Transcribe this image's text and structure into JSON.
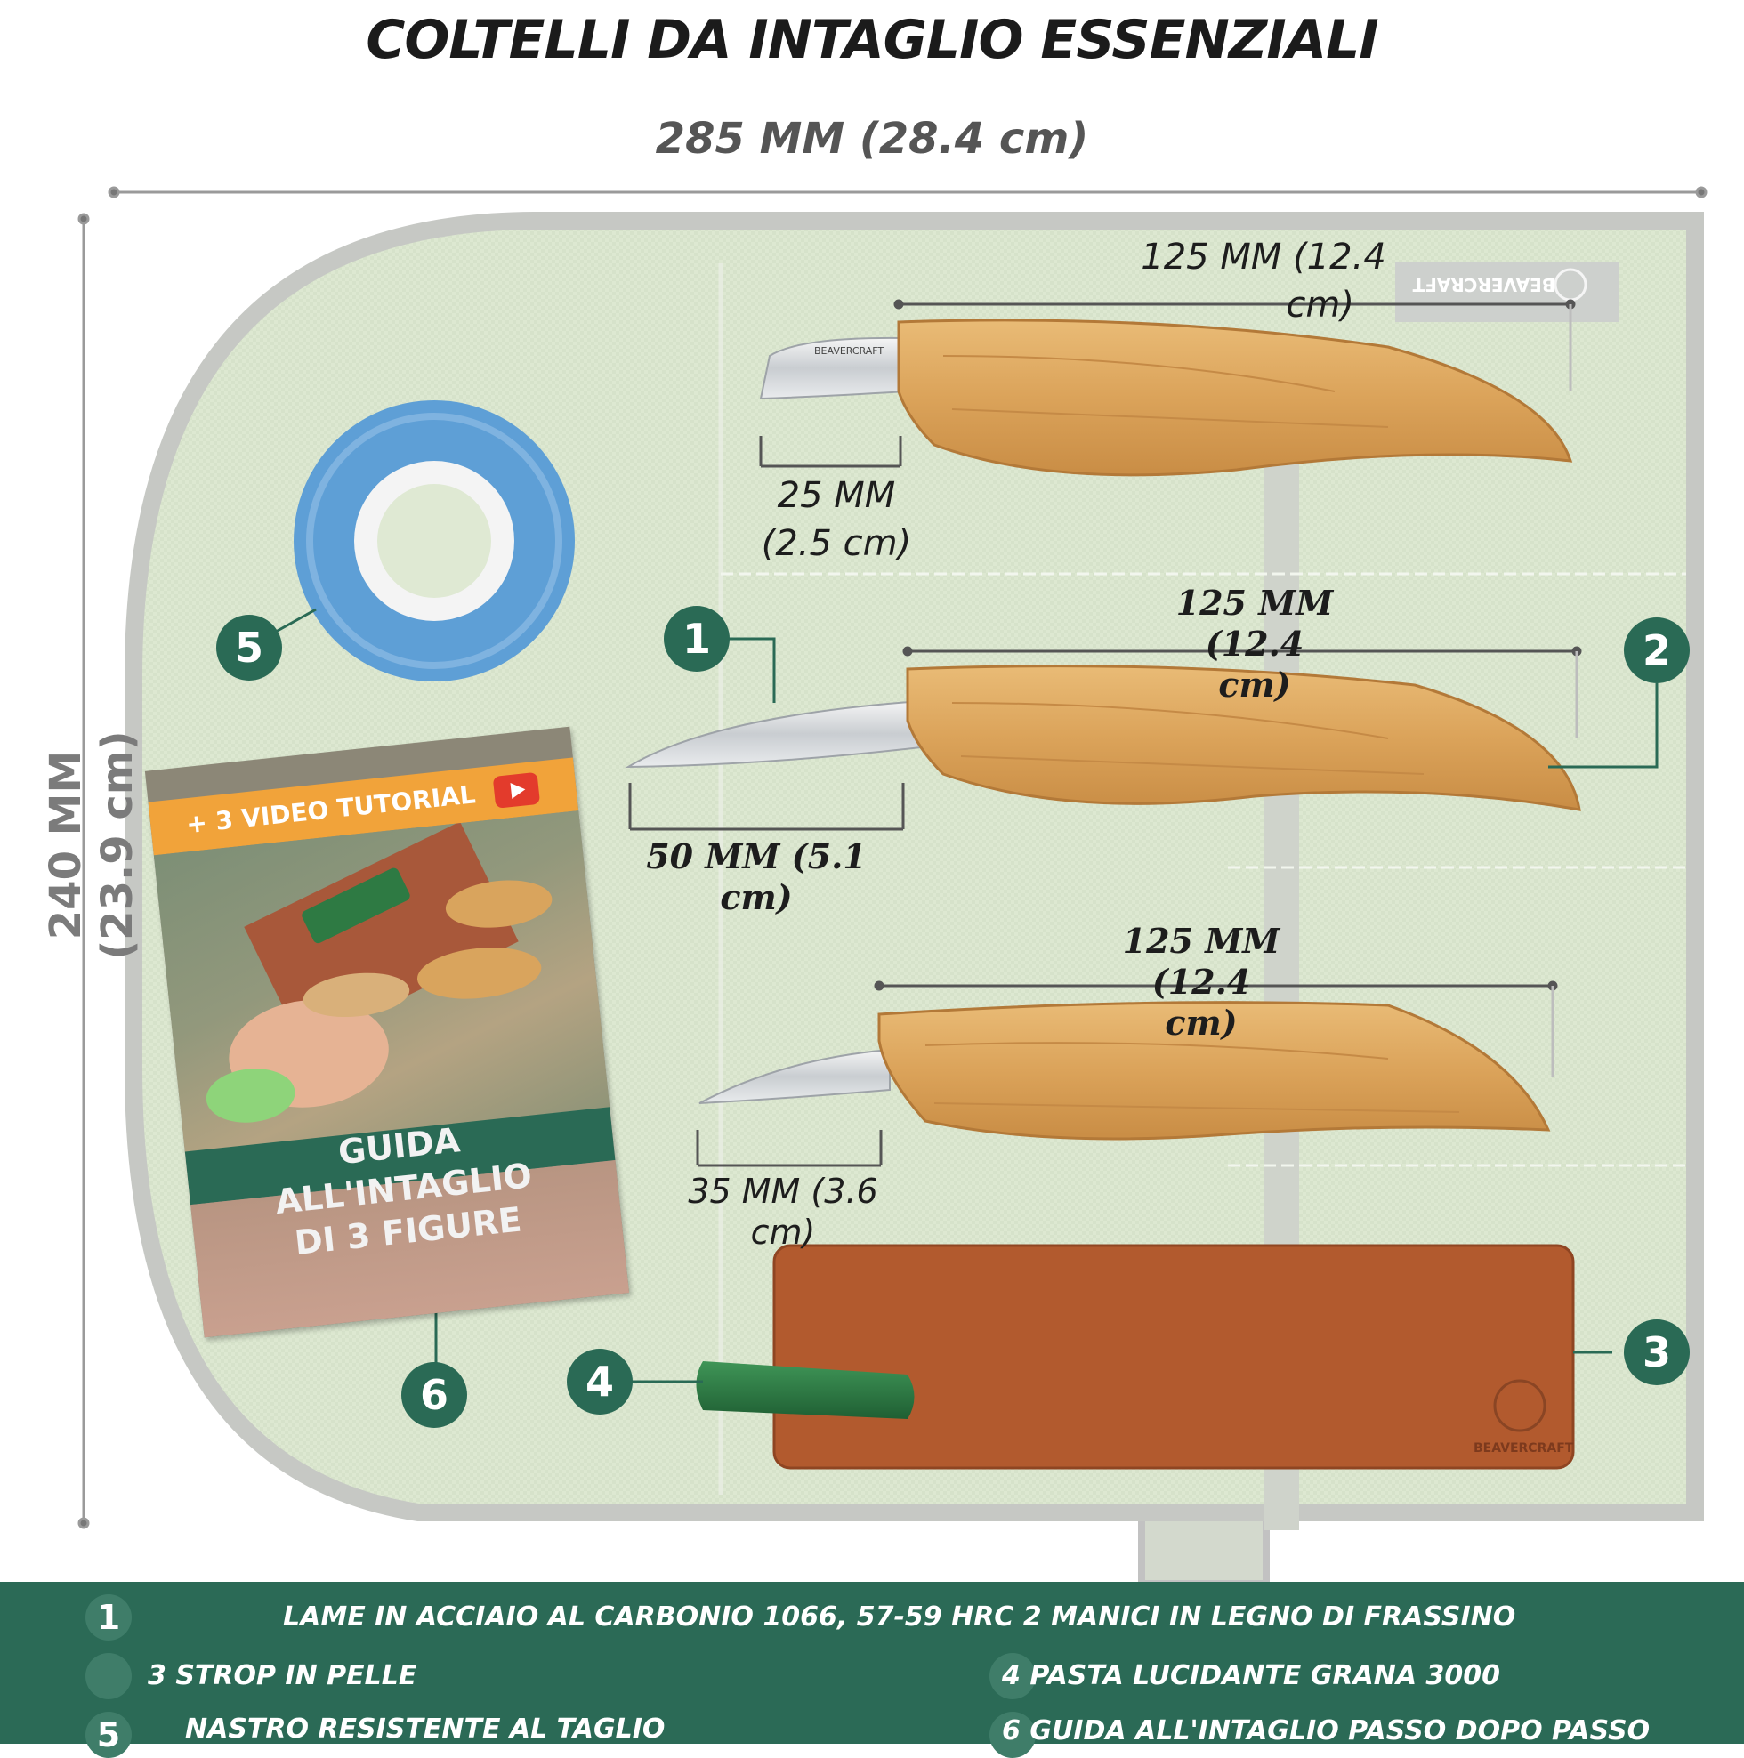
{
  "header": {
    "title": "COLTELLI DA INTAGLIO ESSENZIALI",
    "width_dimension": "285 MM (28.4 cm)",
    "height_dimension_line1": "240 MM",
    "height_dimension_line2": "(23.9 cm)"
  },
  "brand": {
    "label_tag": "BEAVERCRAFT",
    "blade_mark": "BEAVERCRAFT",
    "strop_mark": "BEAVERCRAFT"
  },
  "knives": [
    {
      "handle_line1": "125 MM (12.4",
      "handle_line2": "cm)",
      "blade_line1": "25 MM",
      "blade_line2": "(2.5 cm)"
    },
    {
      "handle_line1": "125 MM (12.4",
      "handle_line2": "cm)",
      "blade_line1": "50 MM (5.1",
      "blade_line2": "cm)"
    },
    {
      "handle_line1": "125 MM (12.4",
      "handle_line2": "cm)",
      "blade_line1": "35 MM (3.6",
      "blade_line2": "cm)"
    }
  ],
  "callouts": [
    "1",
    "2",
    "3",
    "4",
    "5",
    "6"
  ],
  "booklet": {
    "banner": "+ 3 VIDEO TUTORIAL",
    "title_line1": "GUIDA",
    "title_line2": "ALL'INTAGLIO",
    "title_line3": "DI 3 FIGURE"
  },
  "footer": {
    "item1_num": "1",
    "item1_text": "LAME IN ACCIAIO AL CARBONIO 1066, 57-59 HRC 2 MANICI IN LEGNO DI FRASSINO",
    "item3_text": "3 STROP IN PELLE",
    "item4_text": "4 PASTA LUCIDANTE GRANA 3000",
    "item5_num": "5",
    "item5_text": "NASTRO RESISTENTE AL TAGLIO",
    "item6_text": "6 GUIDA ALL'INTAGLIO PASSO DOPO PASSO"
  },
  "colors": {
    "canvas": "#dfe9d3",
    "border": "#c9c9c9",
    "accent_green": "#2a6a55",
    "wood": "#e0ac62",
    "leather": "#b25a2e",
    "tape_blue": "#5e9fd6",
    "wax_green": "#2e7a43"
  }
}
